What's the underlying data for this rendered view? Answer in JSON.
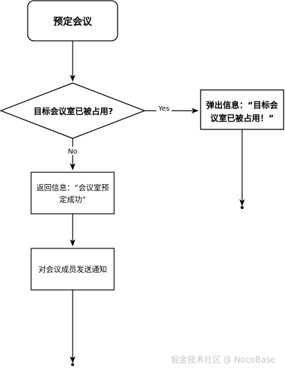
{
  "flowchart": {
    "start_label": "预定会议",
    "decision_label": "目标会议室已被占用?",
    "yes_label": "Yes",
    "no_label": "No",
    "popup_line1": "弹出信息：“目标会",
    "popup_line2": "议室已被占用！”",
    "return_line1": "返回信息：“会议室预",
    "return_line2": "定成功“",
    "notify_label": "对会议成员发送通知"
  },
  "watermark": "掘金技术社区 @ NocoBase",
  "colors": {
    "stroke": "#000000",
    "fill": "#ffffff",
    "watermark": "#c8c8c8"
  }
}
